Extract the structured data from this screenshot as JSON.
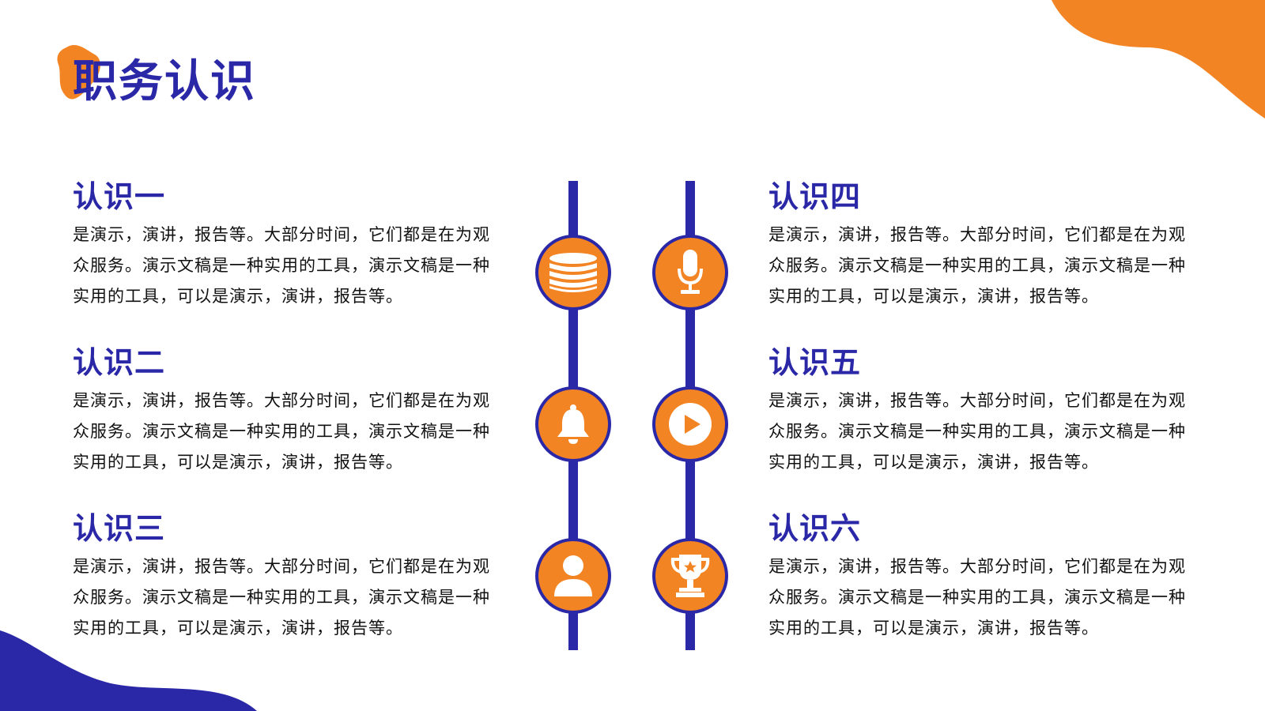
{
  "title": "职务认识",
  "colors": {
    "accent_blue": "#2b28a8",
    "accent_orange": "#f38424"
  },
  "items": [
    {
      "heading": "认识一",
      "text": "是演示，演讲，报告等。大部分时间，它们都是在为观众服务。演示文稿是一种实用的工具，演示文稿是一种实用的工具，可以是演示，演讲，报告等。",
      "icon": "coins-icon"
    },
    {
      "heading": "认识二",
      "text": "是演示，演讲，报告等。大部分时间，它们都是在为观众服务。演示文稿是一种实用的工具，演示文稿是一种实用的工具，可以是演示，演讲，报告等。",
      "icon": "bell-icon"
    },
    {
      "heading": "认识三",
      "text": "是演示，演讲，报告等。大部分时间，它们都是在为观众服务。演示文稿是一种实用的工具，演示文稿是一种实用的工具，可以是演示，演讲，报告等。",
      "icon": "user-icon"
    },
    {
      "heading": "认识四",
      "text": "是演示，演讲，报告等。大部分时间，它们都是在为观众服务。演示文稿是一种实用的工具，演示文稿是一种实用的工具，可以是演示，演讲，报告等。",
      "icon": "microphone-icon"
    },
    {
      "heading": "认识五",
      "text": "是演示，演讲，报告等。大部分时间，它们都是在为观众服务。演示文稿是一种实用的工具，演示文稿是一种实用的工具，可以是演示，演讲，报告等。",
      "icon": "play-icon"
    },
    {
      "heading": "认识六",
      "text": "是演示，演讲，报告等。大部分时间，它们都是在为观众服务。演示文稿是一种实用的工具，演示文稿是一种实用的工具，可以是演示，演讲，报告等。",
      "icon": "trophy-icon"
    }
  ]
}
